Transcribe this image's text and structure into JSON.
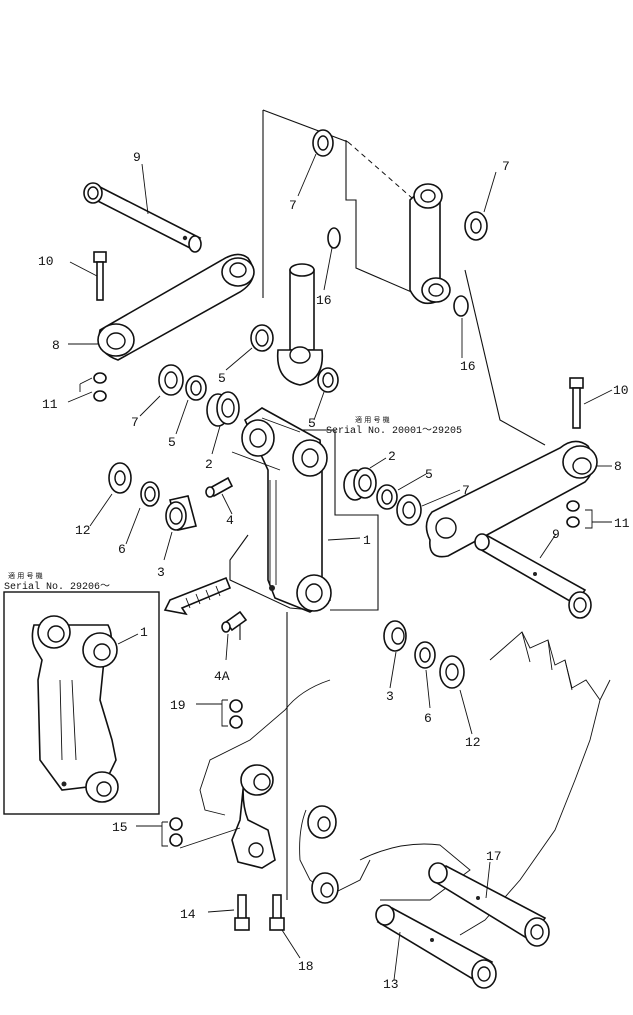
{
  "callouts": [
    {
      "id": "c9a",
      "text": "9"
    },
    {
      "id": "c10a",
      "text": "10"
    },
    {
      "id": "c8a",
      "text": "8"
    },
    {
      "id": "c11a",
      "text": "11"
    },
    {
      "id": "c7a",
      "text": "7"
    },
    {
      "id": "c7b",
      "text": "7"
    },
    {
      "id": "c7c",
      "text": "7"
    },
    {
      "id": "c7d",
      "text": "7"
    },
    {
      "id": "c16a",
      "text": "16"
    },
    {
      "id": "c16b",
      "text": "16"
    },
    {
      "id": "c5a",
      "text": "5"
    },
    {
      "id": "c5b",
      "text": "5"
    },
    {
      "id": "c5c",
      "text": "5"
    },
    {
      "id": "c5d",
      "text": "5"
    },
    {
      "id": "c2a",
      "text": "2"
    },
    {
      "id": "c2b",
      "text": "2"
    },
    {
      "id": "c10b",
      "text": "10"
    },
    {
      "id": "c8b",
      "text": "8"
    },
    {
      "id": "c11b",
      "text": "11"
    },
    {
      "id": "c9b",
      "text": "9"
    },
    {
      "id": "c12a",
      "text": "12"
    },
    {
      "id": "c6a",
      "text": "6"
    },
    {
      "id": "c4",
      "text": "4"
    },
    {
      "id": "c3a",
      "text": "3"
    },
    {
      "id": "c1a",
      "text": "1"
    },
    {
      "id": "c1b",
      "text": "1"
    },
    {
      "id": "c4A",
      "text": "4A"
    },
    {
      "id": "c3b",
      "text": "3"
    },
    {
      "id": "c6b",
      "text": "6"
    },
    {
      "id": "c12b",
      "text": "12"
    },
    {
      "id": "c19",
      "text": "19"
    },
    {
      "id": "c15",
      "text": "15"
    },
    {
      "id": "c17",
      "text": "17"
    },
    {
      "id": "c14",
      "text": "14"
    },
    {
      "id": "c18",
      "text": "18"
    },
    {
      "id": "c13",
      "text": "13"
    }
  ],
  "notes": {
    "serial_range_jp": "適 用 号 機",
    "serial_range": "Serial No. 20001～29205",
    "inset_jp": "適 用 号 機",
    "inset_serial": "Serial No. 29206～"
  }
}
